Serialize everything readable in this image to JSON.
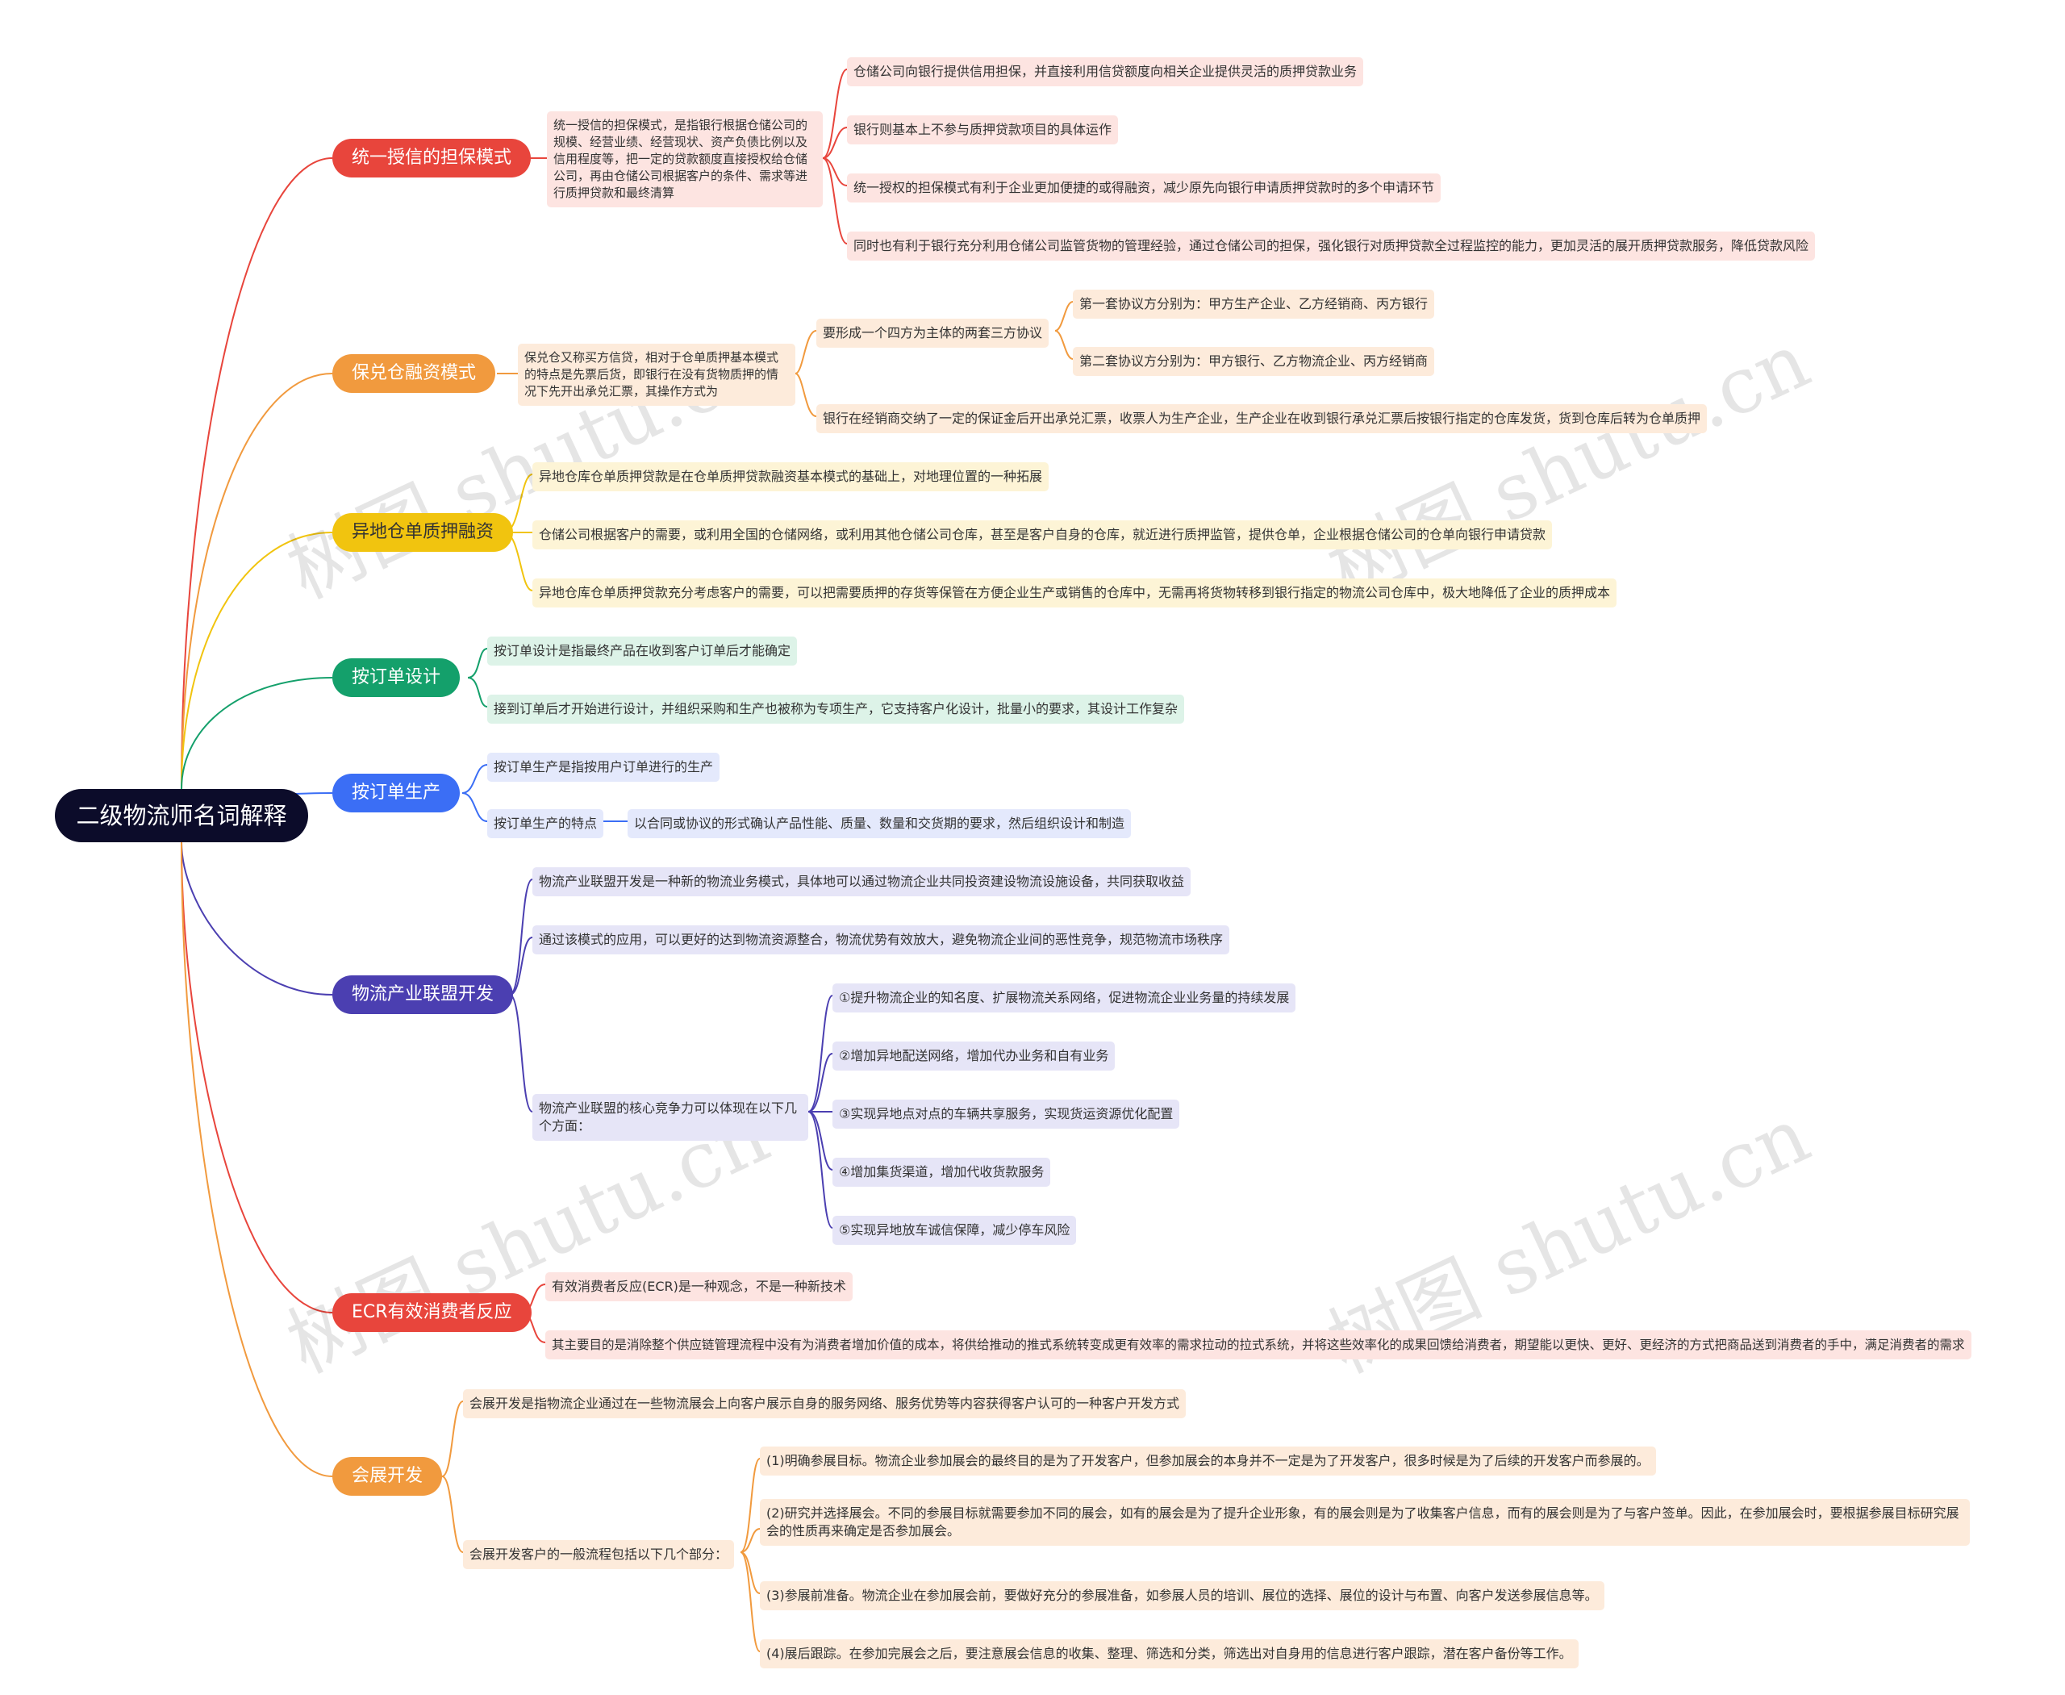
{
  "root": "二级物流师名词解释",
  "watermark": "树图 shutu.cn",
  "colors": {
    "root": "#0c0c2a",
    "red": "#e8453c",
    "orange": "#f19a3e",
    "yellow": "#f1c40f",
    "green": "#14a06b",
    "blue": "#3b6ef5",
    "purple": "#4b3fb1",
    "redLight": "#fde4e1",
    "orangeLight": "#fdebdb",
    "yellowLight": "#fdf4d6",
    "greenLight": "#ddf3e8",
    "blueLight": "#e4e9fc",
    "purpleLight": "#e6e5f7"
  },
  "branches": [
    {
      "label": "统一授信的担保模式",
      "desc": "统一授信的担保模式，是指银行根据仓储公司的规模、经营业绩、经营现状、资产负债比例以及信用程度等，把一定的贷款额度直接授权给仓储公司，再由仓储公司根据客户的条件、需求等进行质押贷款和最终清算",
      "items": [
        "仓储公司向银行提供信用担保，并直接利用信贷额度向相关企业提供灵活的质押贷款业务",
        "银行则基本上不参与质押贷款项目的具体运作",
        "统一授权的担保模式有利于企业更加便捷的或得融资，减少原先向银行申请质押贷款时的多个申请环节",
        "同时也有利于银行充分利用仓储公司监管货物的管理经验，通过仓储公司的担保，强化银行对质押贷款全过程监控的能力，更加灵活的展开质押贷款服务，降低贷款风险"
      ]
    },
    {
      "label": "保兑仓融资模式",
      "desc": "保兑仓又称买方信贷，相对于仓单质押基本模式的特点是先票后货，即银行在没有货物质押的情况下先开出承兑汇票，其操作方式为",
      "sub": {
        "label": "要形成一个四方为主体的两套三方协议",
        "items": [
          "第一套协议方分别为：甲方生产企业、乙方经销商、丙方银行",
          "第二套协议方分别为：甲方银行、乙方物流企业、丙方经销商"
        ]
      },
      "item": "银行在经销商交纳了一定的保证金后开出承兑汇票，收票人为生产企业，生产企业在收到银行承兑汇票后按银行指定的仓库发货，货到仓库后转为仓单质押"
    },
    {
      "label": "异地仓单质押融资",
      "items": [
        "异地仓库仓单质押贷款是在仓单质押贷款融资基本模式的基础上，对地理位置的一种拓展",
        "仓储公司根据客户的需要，或利用全国的仓储网络，或利用其他仓储公司仓库，甚至是客户自身的仓库，就近进行质押监管，提供仓单，企业根据仓储公司的仓单向银行申请贷款",
        "异地仓库仓单质押贷款充分考虑客户的需要，可以把需要质押的存货等保管在方便企业生产或销售的仓库中，无需再将货物转移到银行指定的物流公司仓库中，极大地降低了企业的质押成本"
      ]
    },
    {
      "label": "按订单设计",
      "items": [
        "按订单设计是指最终产品在收到客户订单后才能确定",
        "接到订单后才开始进行设计，并组织采购和生产也被称为专项生产，它支持客户化设计，批量小的要求，其设计工作复杂"
      ]
    },
    {
      "label": "按订单生产",
      "items": [
        "按订单生产是指按用户订单进行的生产",
        "按订单生产的特点"
      ],
      "feature": "以合同或协议的形式确认产品性能、质量、数量和交货期的要求，然后组织设计和制造"
    },
    {
      "label": "物流产业联盟开发",
      "items": [
        "物流产业联盟开发是一种新的物流业务模式，具体地可以通过物流企业共同投资建设物流设施设备，共同获取收益",
        "通过该模式的应用，可以更好的达到物流资源整合，物流优势有效放大，避免物流企业间的恶性竞争，规范物流市场秩序"
      ],
      "core": "物流产业联盟的核心竞争力可以体现在以下几个方面：",
      "coreItems": [
        "①提升物流企业的知名度、扩展物流关系网络，促进物流企业业务量的持续发展",
        "②增加异地配送网络，增加代办业务和自有业务",
        "③实现异地点对点的车辆共享服务，实现货运资源优化配置",
        "④增加集货渠道，增加代收货款服务",
        "⑤实现异地放车诚信保障，减少停车风险"
      ]
    },
    {
      "label": "ECR有效消费者反应",
      "items": [
        "有效消费者反应(ECR)是一种观念，不是一种新技术",
        "其主要目的是消除整个供应链管理流程中没有为消费者增加价值的成本，将供给推动的推式系统转变成更有效率的需求拉动的拉式系统，并将这些效率化的成果回馈给消费者，期望能以更快、更好、更经济的方式把商品送到消费者的手中，满足消费者的需求"
      ]
    },
    {
      "label": "会展开发",
      "items": [
        "会展开发是指物流企业通过在一些物流展会上向客户展示自身的服务网络、服务优势等内容获得客户认可的一种客户开发方式",
        "会展开发客户的一般流程包括以下几个部分："
      ],
      "steps": [
        "(1)明确参展目标。物流企业参加展会的最终目的是为了开发客户，但参加展会的本身并不一定是为了开发客户，很多时候是为了后续的开发客户而参展的。",
        "(2)研究并选择展会。不同的参展目标就需要参加不同的展会，如有的展会是为了提升企业形象，有的展会则是为了收集客户信息，而有的展会则是为了与客户签单。因此，在参加展会时，要根据参展目标研究展会的性质再来确定是否参加展会。",
        "(3)参展前准备。物流企业在参加展会前，要做好充分的参展准备，如参展人员的培训、展位的选择、展位的设计与布置、向客户发送参展信息等。",
        "(4)展后跟踪。在参加完展会之后，要注意展会信息的收集、整理、筛选和分类，筛选出对自身用的信息进行客户跟踪，潜在客户备份等工作。"
      ]
    }
  ]
}
